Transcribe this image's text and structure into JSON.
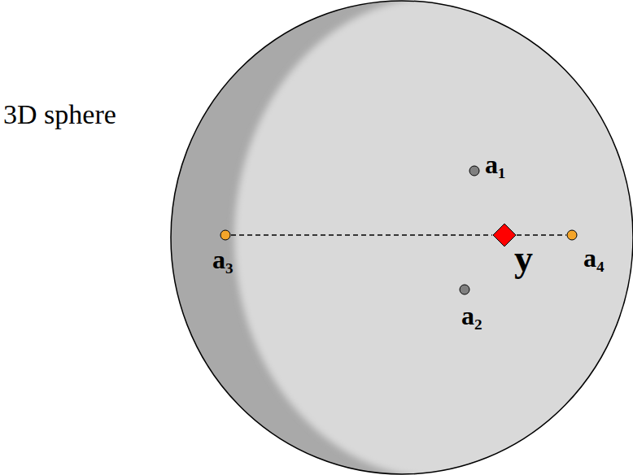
{
  "diagram": {
    "nodes": [
      {
        "text": [
          "a₁"
        ]
      },
      {
        "text": [
          "a₃"
        ]
      },
      {
        "text": [
          "y"
        ]
      },
      {
        "text": [
          "a₄"
        ]
      },
      {
        "text": [
          "a₂"
        ]
      }
    ],
    "edges": [
      {
        "from": 1,
        "to": 2,
        "arrow": "none"
      },
      {
        "from": 2,
        "to": 3,
        "arrow": "none"
      }
    ],
    "labels": [
      "3D sphere"
    ]
  }
}
